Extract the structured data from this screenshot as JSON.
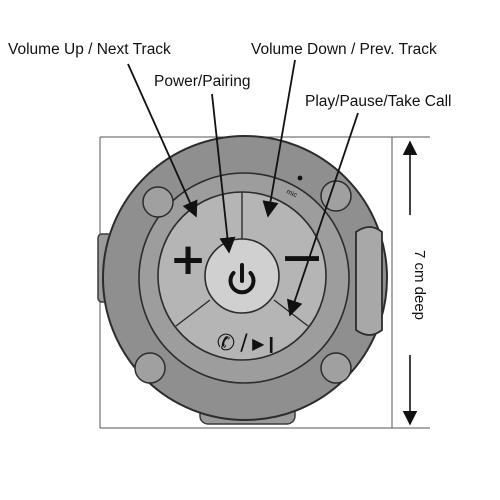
{
  "callouts": {
    "volume_up": "Volume Up / Next Track",
    "volume_down": "Volume Down / Prev. Track",
    "power": "Power/Pairing",
    "play_pause": "Play/Pause/Take Call"
  },
  "dimension": {
    "depth_label": "7 cm deep"
  },
  "device": {
    "plus_glyph": "+",
    "minus_glyph": "—",
    "mic_label": "mic",
    "play_glyph": "▶❙",
    "call_glyph": "✆",
    "slash_glyph": "/"
  },
  "colors": {
    "body": "#8f8f8f",
    "body_dark": "#7a7a7a",
    "button": "#b5b5b5",
    "center": "#d0d0d0",
    "ink": "#111111"
  }
}
